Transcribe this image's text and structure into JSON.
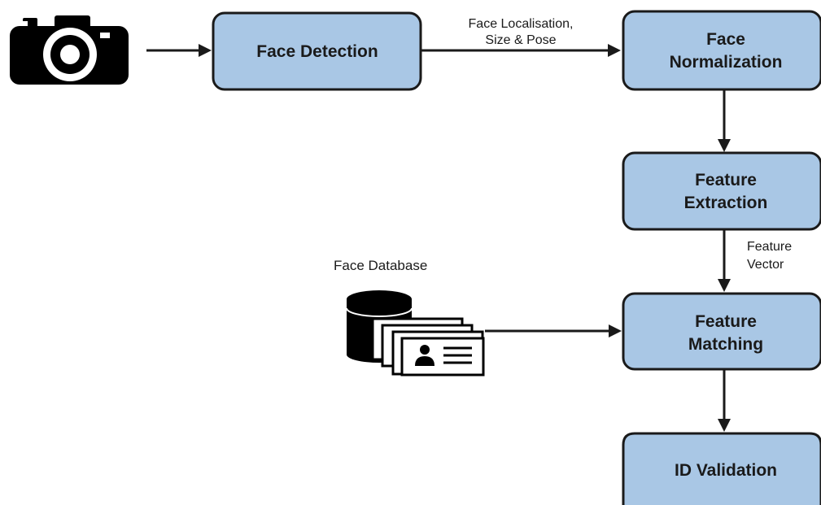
{
  "nodes": {
    "face_detection": {
      "lines": [
        "Face Detection"
      ]
    },
    "face_normalization": {
      "lines": [
        "Face",
        "Normalization"
      ]
    },
    "feature_extraction": {
      "lines": [
        "Feature",
        "Extraction"
      ]
    },
    "feature_matching": {
      "lines": [
        "Feature",
        "Matching"
      ]
    },
    "id_validation": {
      "lines": [
        "ID Validation"
      ]
    }
  },
  "edges": {
    "detection_to_normalization": {
      "lines": [
        "Face Localisation,",
        "Size & Pose"
      ]
    },
    "extraction_to_matching": {
      "lines": [
        "Feature",
        "Vector"
      ]
    }
  },
  "database": {
    "label": "Face Database"
  },
  "icons": {
    "camera": "camera-icon",
    "database": "database-icon",
    "id_cards": "id-card-icon"
  },
  "colors": {
    "node_fill": "#a9c7e5",
    "stroke": "#1a1a1a"
  }
}
